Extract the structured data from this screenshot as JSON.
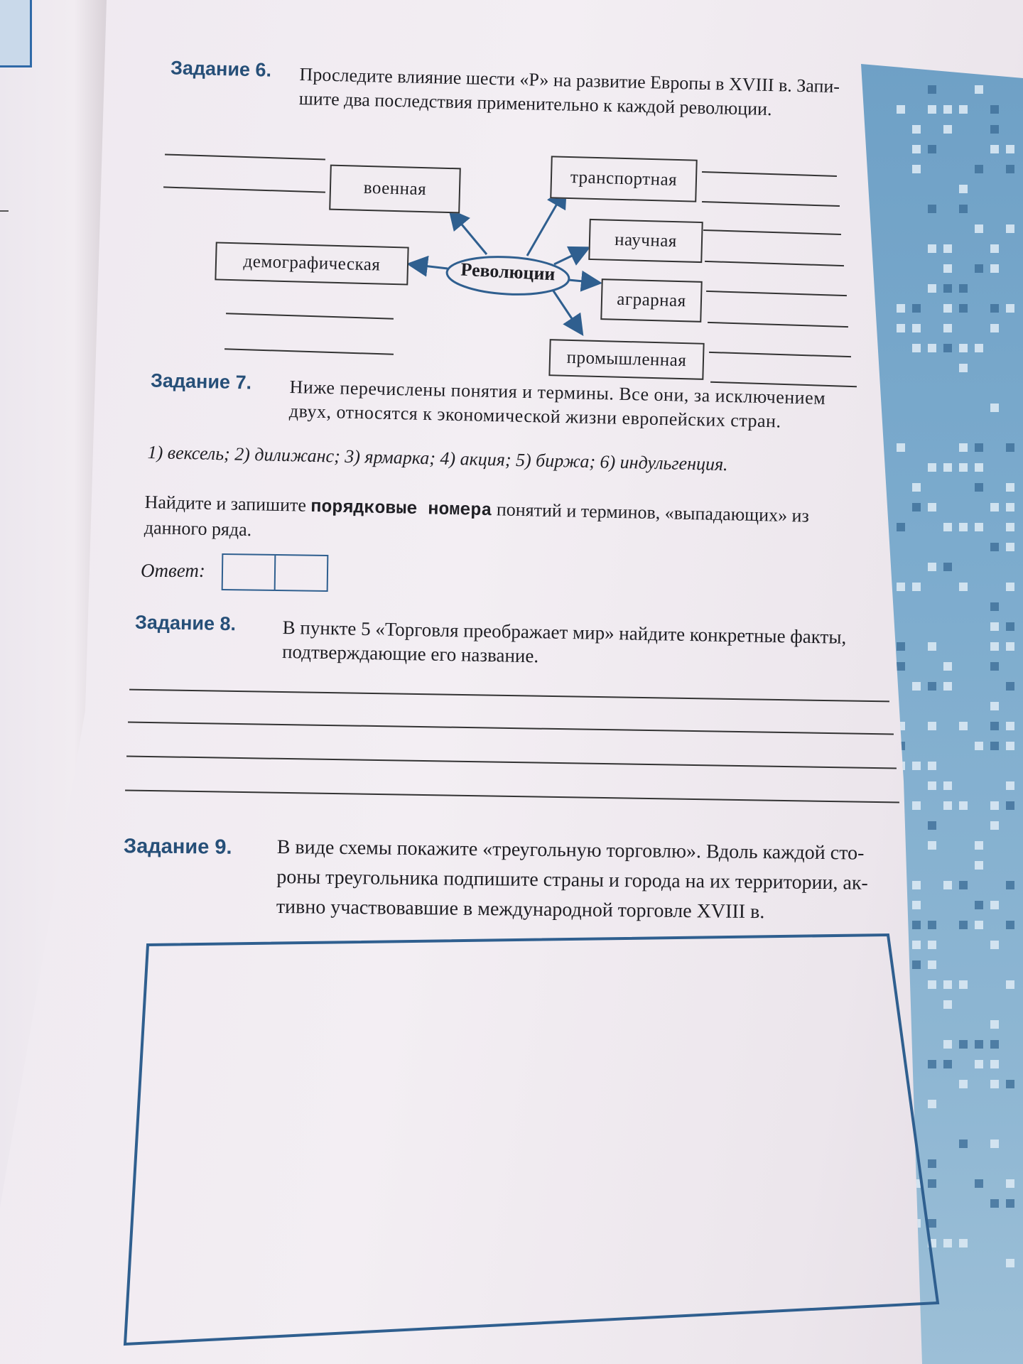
{
  "task6": {
    "label": "Задание 6.",
    "text_line1": "Проследите влияние шести «Р» на развитие Европы в XVIII в. Запи-",
    "text_line2": "шите два последствия применительно к каждой революции."
  },
  "diagram": {
    "center": "Революции",
    "nodes": {
      "military": "военная",
      "transport": "транспортная",
      "scientific": "научная",
      "demographic": "демографическая",
      "agrarian": "аграрная",
      "industrial": "промышленная"
    },
    "edge_color": "#2f5f8f"
  },
  "task7": {
    "label": "Задание 7.",
    "text_line1": "Ниже перечислены понятия и термины. Все они, за исключением",
    "text_line2": "двух, относятся к экономической жизни европейских стран.",
    "terms": "1) вексель; 2) дилижанс; 3) ярмарка; 4) акция; 5) биржа; 6) индульгенция.",
    "instruction_prefix": "Найдите и запишите ",
    "instruction_bold": "порядковые номера",
    "instruction_suffix": " понятий и терминов, «выпадающих» из",
    "instruction_line2": "данного ряда.",
    "answer_label": "Ответ:"
  },
  "task8": {
    "label": "Задание 8.",
    "text_line1": "В пункте 5 «Торговля преображает мир» найдите конкретные факты,",
    "text_line2": "подтверждающие его название."
  },
  "task9": {
    "label": "Задание 9.",
    "text_line1": "В виде схемы покажите «треугольную торговлю». Вдоль каждой сто-",
    "text_line2": "роны треугольника подпишите страны и города на их территории, ак-",
    "text_line3": "тивно участвовавшие в международной торговле XVIII в."
  },
  "colors": {
    "heading": "#264f78",
    "accent_blue": "#2f5f8f",
    "strip_blue": "#7cabcd"
  }
}
